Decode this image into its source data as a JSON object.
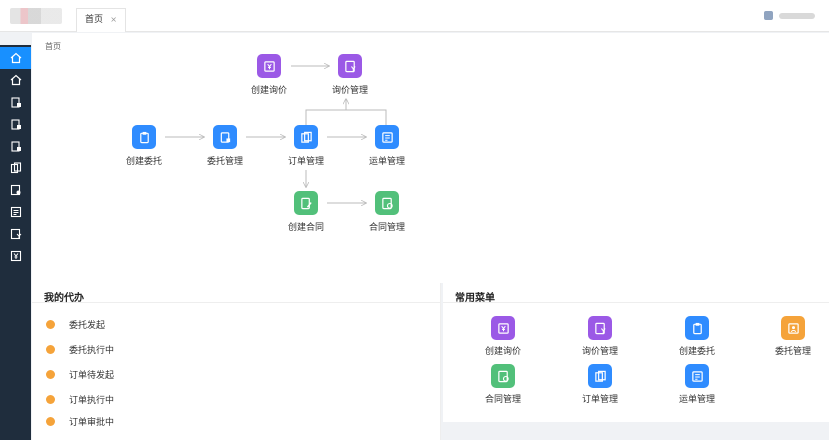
{
  "header": {
    "tab_label": "首页",
    "tab_close": "×"
  },
  "breadcrumb": "首页",
  "flow": {
    "create_inquiry": "创建询价",
    "inquiry_manage": "询价管理",
    "create_commission": "创建委托",
    "commission_manage": "委托管理",
    "order_manage": "订单管理",
    "transport_manage": "运单管理",
    "create_contract": "创建合同",
    "contract_manage": "合同管理"
  },
  "todo": {
    "title": "我的代办",
    "items": [
      "委托发起",
      "委托执行中",
      "订单待发起",
      "订单执行中",
      "订单审批中"
    ]
  },
  "common_menu": {
    "title": "常用菜单",
    "items": [
      "创建询价",
      "询价管理",
      "创建委托",
      "委托管理",
      "合同管理",
      "订单管理",
      "运单管理"
    ]
  },
  "colors": {
    "purple": "#9b59e6",
    "blue": "#2f8cff",
    "green": "#52c07a",
    "orange": "#f5a33a",
    "sidebar": "#1f2d3d",
    "active": "#1890ff"
  }
}
